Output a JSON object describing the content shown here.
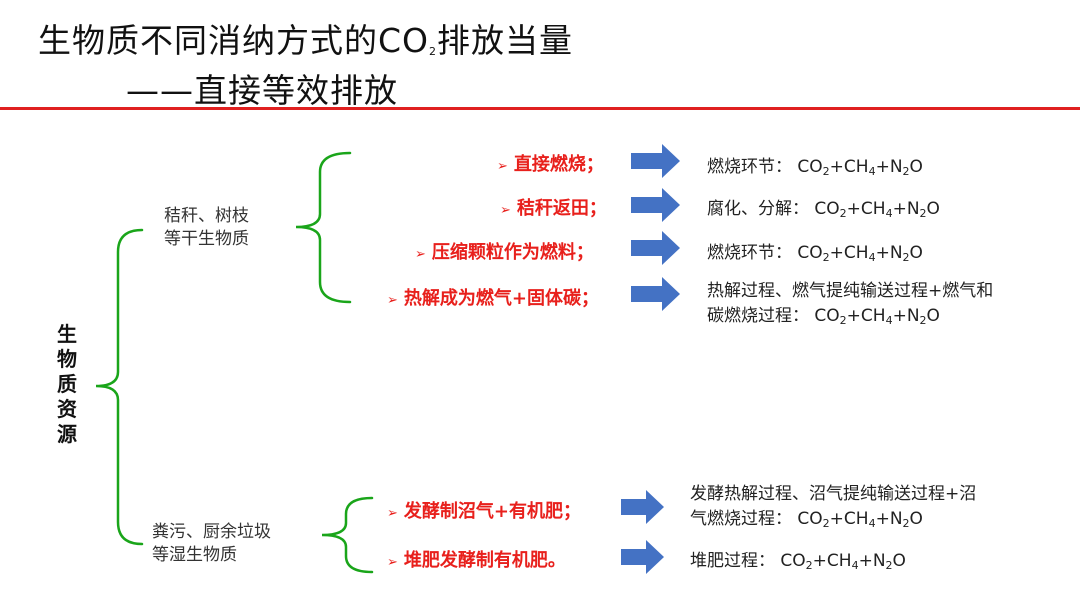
{
  "title": {
    "line1_prefix": "生物质不同消纳方式的CO",
    "line1_sub": "2",
    "line1_suffix": "排放当量",
    "line2": "——直接等效排放"
  },
  "root_label": "生物质资源",
  "categories": [
    {
      "line1": "秸秆、树枝",
      "line2": "等干生物质"
    },
    {
      "line1": "粪污、厨余垃圾",
      "line2": "等湿生物质"
    }
  ],
  "methods": [
    "直接燃烧；",
    "秸秆返田；",
    "压缩颗粒作为燃料；",
    "热解成为燃气+固体碳；",
    "发酵制沼气+有机肥；",
    "堆肥发酵制有机肥。"
  ],
  "marker": "➢",
  "descriptions": [
    {
      "lines": [
        "燃烧环节："
      ]
    },
    {
      "lines": [
        "腐化、分解："
      ]
    },
    {
      "lines": [
        "燃烧环节："
      ]
    },
    {
      "lines": [
        "热解过程、燃气提纯输送过程+燃气和",
        "碳燃烧过程："
      ]
    },
    {
      "lines": [
        "发酵热解过程、沼气提纯输送过程+沼",
        "气燃烧过程："
      ]
    },
    {
      "lines": [
        "堆肥过程："
      ]
    }
  ],
  "formula": {
    "co": "CO",
    "two": "2",
    "ch": "+CH",
    "four": "4",
    "n": "+N",
    "n2": "2",
    "o": "O"
  },
  "colors": {
    "bracket": "#1aa51a",
    "arrow": "#4472c4",
    "method": "#e8201c",
    "rule": "#e02020"
  }
}
